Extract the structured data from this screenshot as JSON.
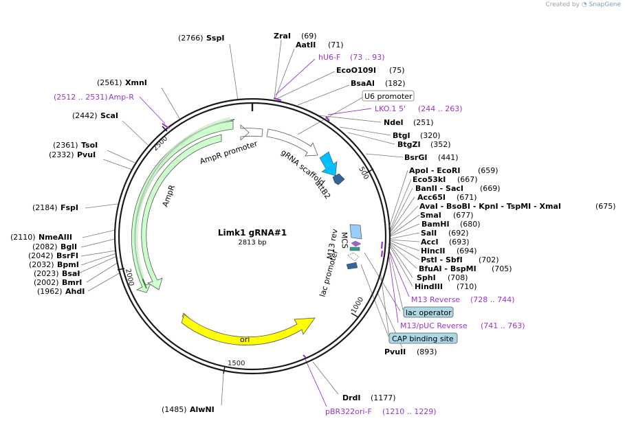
{
  "brand": {
    "created_by": "Created by",
    "name": "SnapGene"
  },
  "plasmid": {
    "name": "Limk1 gRNA#1",
    "size_label": "2813 bp",
    "length": 2813
  },
  "colors": {
    "primer": "#9933cc",
    "ori": "#ffff00",
    "ampr": "#ccffcc",
    "u6": "#ffffff",
    "scaffold": "#00bfff",
    "attb2": "#336699",
    "lac": "#add8e6",
    "mcs_marker": "#9966cc"
  },
  "ticks": [
    {
      "label": "500",
      "pos": 500
    },
    {
      "label": "1000",
      "pos": 1000
    },
    {
      "label": "1500",
      "pos": 1500
    },
    {
      "label": "2000",
      "pos": 2000
    },
    {
      "label": "2500",
      "pos": 2500
    }
  ],
  "enzymes_left": [
    {
      "pos_label": "(2766)",
      "name": "SspI"
    },
    {
      "pos_label": "(2561)",
      "name": "XmnI"
    },
    {
      "pos_label": "(2442)",
      "name": "ScaI"
    },
    {
      "pos_label": "(2361)",
      "name": "TsoI"
    },
    {
      "pos_label": "(2332)",
      "name": "PvuI"
    },
    {
      "pos_label": "(2184)",
      "name": "FspI"
    },
    {
      "pos_label": "(2110)",
      "name": "NmeAIII"
    },
    {
      "pos_label": "(2082)",
      "name": "BglI"
    },
    {
      "pos_label": "(2042)",
      "name": "BsrFI"
    },
    {
      "pos_label": "(2032)",
      "name": "BpmI"
    },
    {
      "pos_label": "(2023)",
      "name": "BsaI"
    },
    {
      "pos_label": "(2002)",
      "name": "BmrI"
    },
    {
      "pos_label": "(1962)",
      "name": "AhdI"
    },
    {
      "pos_label": "(1485)",
      "name": "AlwNI"
    }
  ],
  "enzymes_right": [
    {
      "name": "ZraI",
      "pos_label": "(69)"
    },
    {
      "name": "AatII",
      "pos_label": "(71)"
    },
    {
      "name": "EcoO109I",
      "pos_label": "(75)"
    },
    {
      "name": "BsaAI",
      "pos_label": "(182)"
    },
    {
      "name": "NdeI",
      "pos_label": "(251)"
    },
    {
      "name": "BtgI",
      "pos_label": "(320)"
    },
    {
      "name": "BtgZI",
      "pos_label": "(352)"
    },
    {
      "name": "BsrGI",
      "pos_label": "(441)"
    },
    {
      "name": "ApoI - EcoRI",
      "pos_label": "(659)"
    },
    {
      "name": "Eco53kI",
      "pos_label": "(667)"
    },
    {
      "name": "BanII - SacI",
      "pos_label": "(669)"
    },
    {
      "name": "Acc65I",
      "pos_label": "(671)"
    },
    {
      "name": "AvaI - BsoBI - KpnI - TspMI - XmaI",
      "pos_label": "(675)"
    },
    {
      "name": "SmaI",
      "pos_label": "(677)"
    },
    {
      "name": "BamHI",
      "pos_label": "(680)"
    },
    {
      "name": "SalI",
      "pos_label": "(692)"
    },
    {
      "name": "AccI",
      "pos_label": "(693)"
    },
    {
      "name": "HincII",
      "pos_label": "(694)"
    },
    {
      "name": "PstI - SbfI",
      "pos_label": "(702)"
    },
    {
      "name": "BfuAI - BspMI",
      "pos_label": "(705)"
    },
    {
      "name": "SphI",
      "pos_label": "(708)"
    },
    {
      "name": "HindIII",
      "pos_label": "(710)"
    },
    {
      "name": "PvuII",
      "pos_label": "(893)"
    },
    {
      "name": "DrdI",
      "pos_label": "(1177)"
    }
  ],
  "primers": [
    {
      "name": "hU6-F",
      "range": "(73 .. 93)"
    },
    {
      "name": "LKO.1 5'",
      "range": "(244 .. 263)"
    },
    {
      "name": "M13 Reverse",
      "range": "(728 .. 744)"
    },
    {
      "name": "M13/pUC Reverse",
      "range": "(741 .. 763)"
    },
    {
      "name": "pBR322ori-F",
      "range": "(1210 .. 1229)"
    },
    {
      "name": "Amp-R",
      "range": "(2512 .. 2531)"
    }
  ],
  "boxed_features": [
    {
      "name": "U6 promoter"
    },
    {
      "name": "lac operator"
    },
    {
      "name": "CAP binding site"
    }
  ],
  "inner_features": [
    {
      "name": "gRNA scaffold"
    },
    {
      "name": "attB2"
    },
    {
      "name": "MCS"
    },
    {
      "name": "M13 rev"
    },
    {
      "name": "lac promoter"
    },
    {
      "name": "ori"
    },
    {
      "name": "AmpR"
    },
    {
      "name": "AmpR promoter"
    }
  ]
}
